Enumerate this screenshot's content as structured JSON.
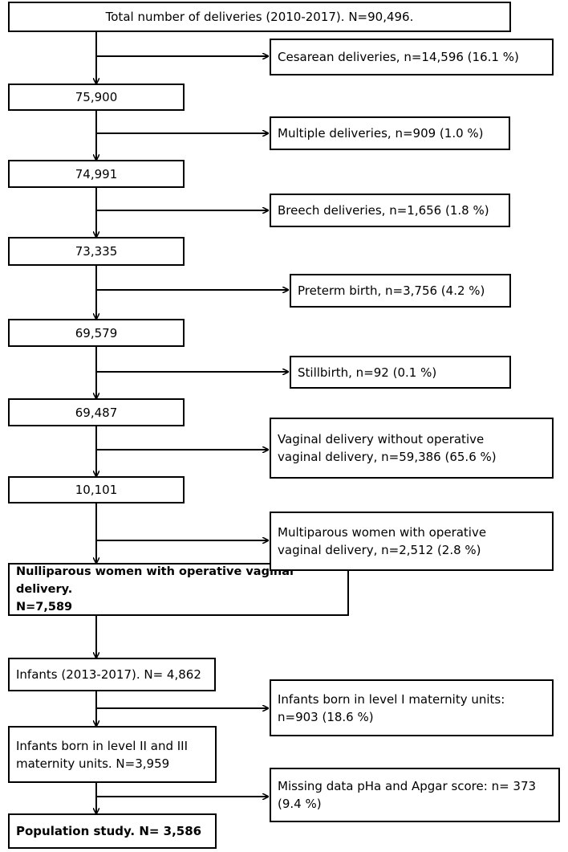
{
  "flow": {
    "total": "Total number of deliveries (2010-2017). N=90,496.",
    "n1": "75,900",
    "n2": "74,991",
    "n3": "73,335",
    "n4": "69,579",
    "n5": "69,487",
    "n6": "10,101",
    "nulliparous": {
      "line1": "Nulliparous women with operative vaginal delivery.",
      "line2": "N=7,589"
    },
    "infants": "Infants (2013-2017). N= 4,862",
    "level23": {
      "line1": "Infants born in level II and III",
      "line2": "maternity units. N=3,959"
    },
    "population": "Population study. N= 3,586"
  },
  "exclusions": {
    "cesarean": "Cesarean deliveries, n=14,596 (16.1 %)",
    "multiple": "Multiple deliveries, n=909 (1.0 %)",
    "breech": "Breech deliveries, n=1,656 (1.8 %)",
    "preterm": "Preterm birth, n=3,756 (4.2 %)",
    "stillbirth": "Stillbirth, n=92 (0.1 %)",
    "vaginal": {
      "line1": "Vaginal delivery without operative",
      "line2": "vaginal delivery, n=59,386 (65.6 %)"
    },
    "multiparous": {
      "line1": "Multiparous women with operative",
      "line2": "vaginal delivery, n=2,512 (2.8 %)"
    },
    "level1": {
      "line1": "Infants born in level I maternity units:",
      "line2": "n=903 (18.6 %)"
    },
    "missing": {
      "line1": "Missing data pHa and Apgar score: n= 373",
      "line2": "(9.4 %)"
    }
  }
}
